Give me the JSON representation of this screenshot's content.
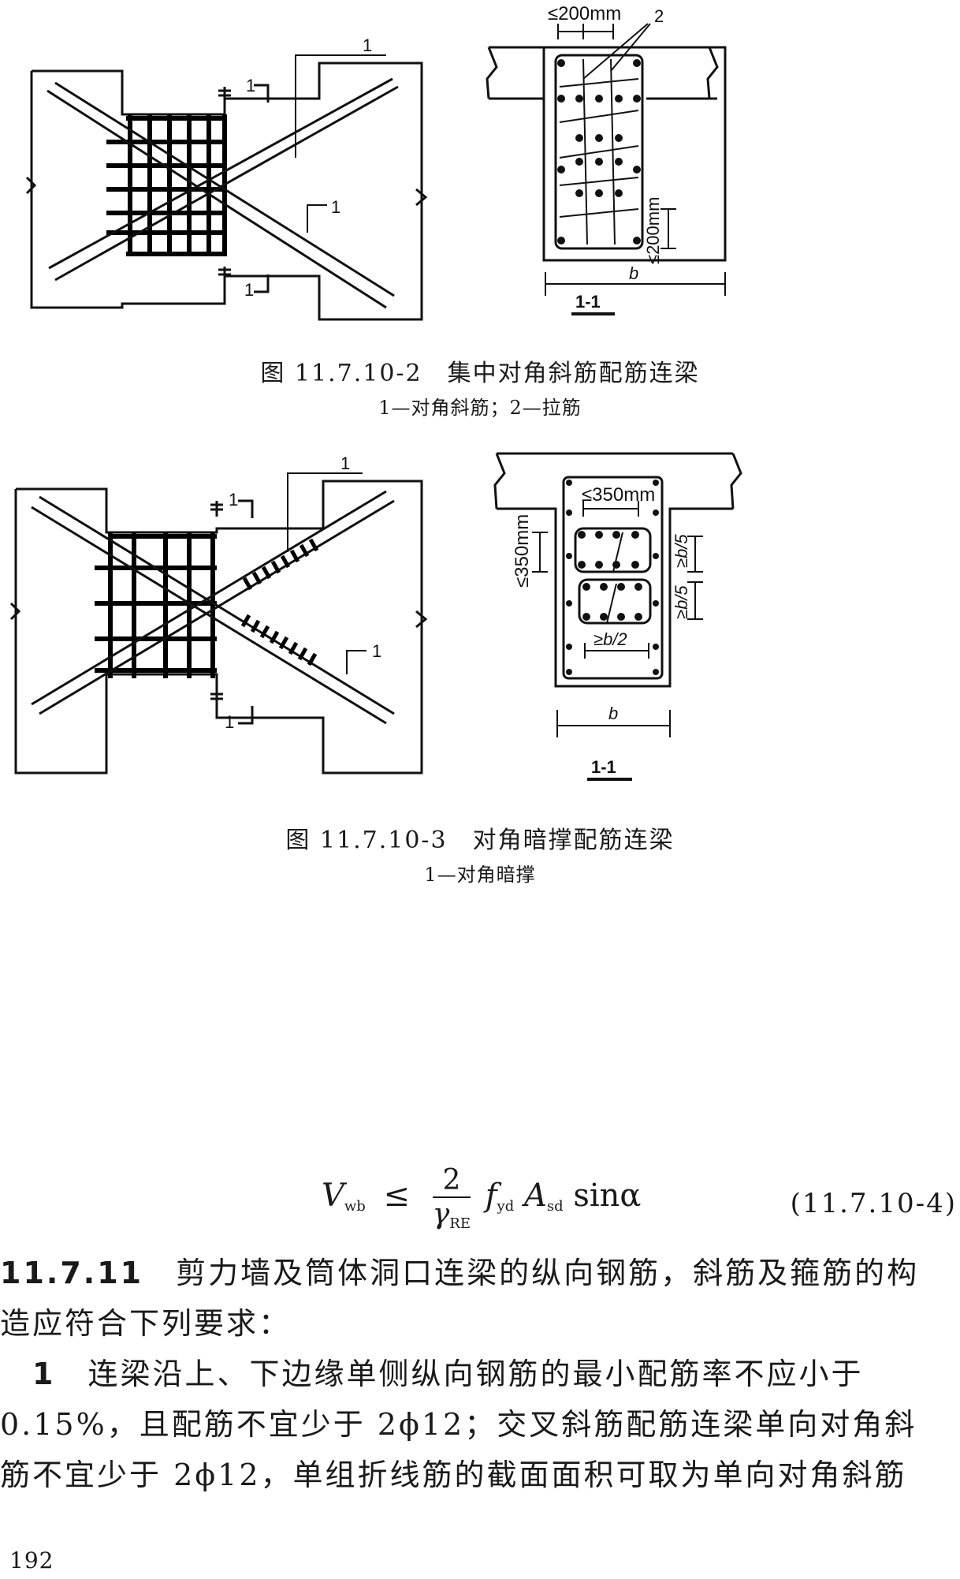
{
  "figure1": {
    "caption_title": "图 11.7.10-2　集中对角斜筋配筋连梁",
    "caption_legend": "1—对角斜筋；2—拉筋",
    "callout_1": "1",
    "callout_2": "2",
    "section_mark": "1",
    "dim_top": "≤200mm",
    "dim_side": "≤200mm",
    "dim_b": "b",
    "section_label": "1-1"
  },
  "figure2": {
    "caption_title": "图 11.7.10-3　对角暗撑配筋连梁",
    "caption_legend": "1—对角暗撑",
    "callout_1": "1",
    "section_mark": "1",
    "dim_top": "≤350mm",
    "dim_left": "≤350mm",
    "dim_right_1": "≥b/5",
    "dim_right_2": "≥b/5",
    "dim_half": "≥b/2",
    "dim_b": "b",
    "section_label": "1-1"
  },
  "equation": {
    "lhs": "V",
    "lhs_sub": "wb",
    "rel": "≤",
    "frac_num": "2",
    "frac_den": "γ",
    "frac_den_sub": "RE",
    "f": "f",
    "f_sub": "yd",
    "A": "A",
    "A_sub": "sd",
    "trig": "sinα",
    "number": "(11.7.10-4)"
  },
  "clause": {
    "number": "11.7.11",
    "line1": "剪力墙及筒体洞口连梁的纵向钢筋，斜筋及箍筋的构",
    "line2": "造应符合下列要求：",
    "item_no": "1",
    "item_line1": "连梁沿上、下边缘单侧纵向钢筋的最小配筋率不应小于",
    "item_line2": "0.15%，且配筋不宜少于 2ϕ12；交叉斜筋配筋连梁单向对角斜",
    "item_line3": "筋不宜少于 2ϕ12，单组折线筋的截面面积可取为单向对角斜筋"
  },
  "page_number": "192"
}
